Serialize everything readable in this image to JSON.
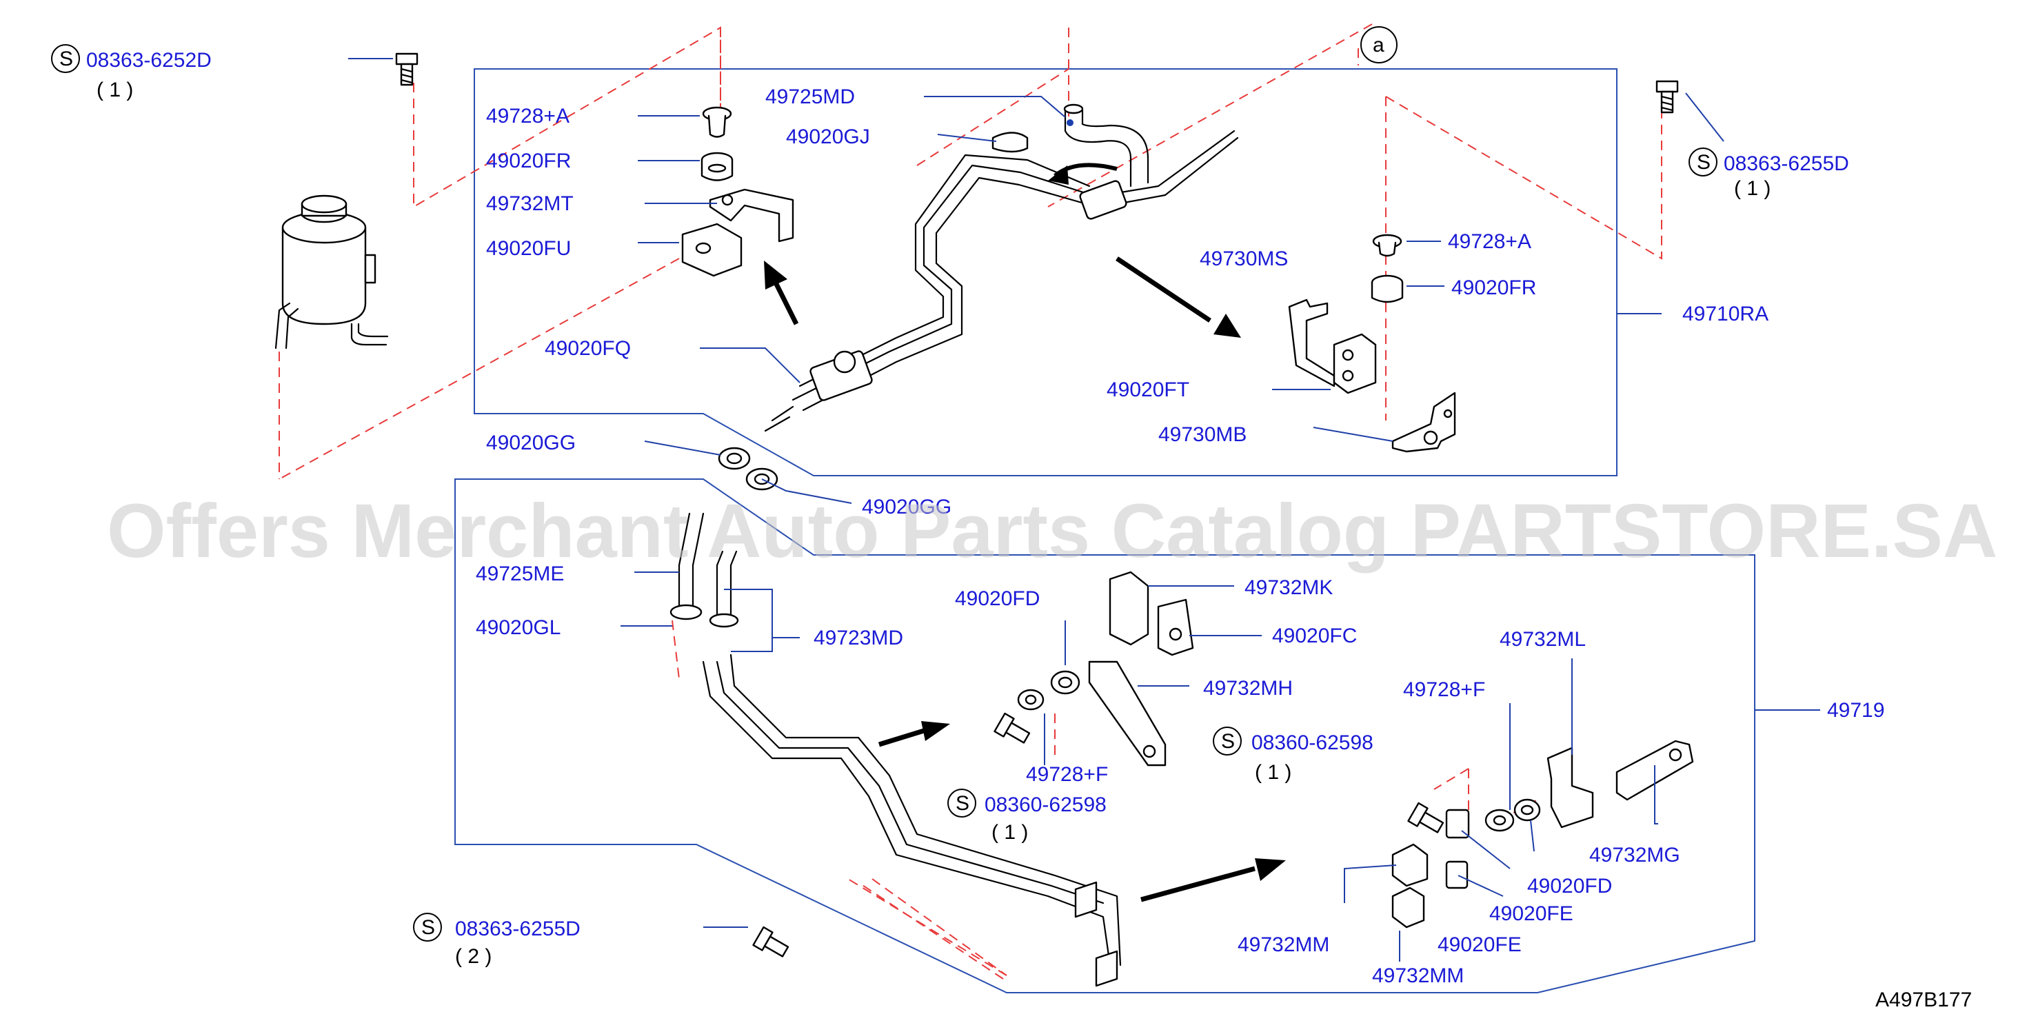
{
  "diagram_id": "A497B177",
  "watermark": "Offers Merchant Auto Parts Catalog PARTSTORE.SA",
  "circle_marker": "a",
  "assembly_labels": {
    "upper": "49710RA",
    "lower": "49719"
  },
  "labels": {
    "u_49728A_left": "49728+A",
    "u_49020FR_left": "49020FR",
    "u_49732MT": "49732MT",
    "u_49020FU": "49020FU",
    "u_49725MD": "49725MD",
    "u_49020GJ": "49020GJ",
    "u_49020FQ": "49020FQ",
    "u_49730MS": "49730MS",
    "u_49020FT": "49020FT",
    "u_49730MB": "49730MB",
    "u_49728A_right": "49728+A",
    "u_49020FR_right": "49020FR",
    "m_49020GG_a": "49020GG",
    "m_49020GG_b": "49020GG",
    "l_49725ME": "49725ME",
    "l_49020GL": "49020GL",
    "l_49723MD": "49723MD",
    "l_49020FD_top": "49020FD",
    "l_49732MK": "49732MK",
    "l_49020FC": "49020FC",
    "l_49732MH": "49732MH",
    "l_49728F_mid": "49728+F",
    "l_49732ML": "49732ML",
    "l_49728F_right": "49728+F",
    "l_49732MG": "49732MG",
    "l_49020FD_right": "49020FD",
    "l_49020FE_a": "49020FE",
    "l_49020FE_b": "49020FE",
    "l_49732MM_a": "49732MM",
    "l_49732MM_b": "49732MM"
  },
  "screws": {
    "s1": {
      "symbol": "S",
      "code": "08363-6252D",
      "qty": "( 1 )"
    },
    "s2": {
      "symbol": "S",
      "code": "08363-6255D",
      "qty": "( 1 )"
    },
    "s3": {
      "symbol": "S",
      "code": "08360-62598",
      "qty": "( 1 )"
    },
    "s4": {
      "symbol": "S",
      "code": "08360-62598",
      "qty": "( 1 )"
    },
    "s5": {
      "symbol": "S",
      "code": "08363-6255D",
      "qty": "( 2 )"
    }
  },
  "colors": {
    "label_text": "#1a1ad6",
    "leader_line": "#1f3fa8",
    "dash_line": "#e83a3a",
    "part_outline": "#000000",
    "watermark": "#c9c9c9"
  }
}
